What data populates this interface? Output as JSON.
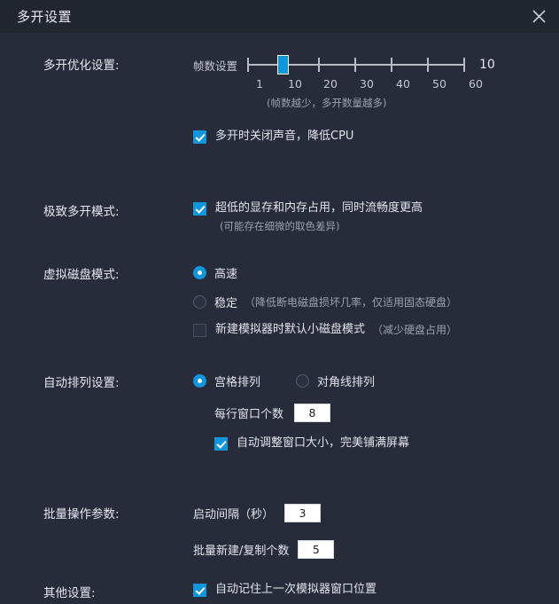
{
  "window": {
    "title": "多开设置",
    "close_label": "×"
  },
  "sections": {
    "optimize": {
      "label": "多开优化设置:",
      "slider": {
        "label": "帧数设置",
        "value": "10",
        "ticks": [
          "1",
          "10",
          "20",
          "30",
          "40",
          "50",
          "60"
        ],
        "hint": "(帧数越少，多开数量越多)"
      },
      "mute_checkbox": {
        "label": "多开时关闭声音，降低CPU",
        "checked": true
      }
    },
    "extreme": {
      "label": "极致多开模式:",
      "checkbox": {
        "label": "超低的显存和内存占用，同时流畅度更高",
        "checked": true
      },
      "note": "(可能存在细微的取色差异)"
    },
    "disk": {
      "label": "虚拟磁盘模式:",
      "options": [
        {
          "label": "高速",
          "note": "",
          "selected": true
        },
        {
          "label": "稳定",
          "note": "（降低断电磁盘损坏几率，仅适用固态硬盘）",
          "selected": false
        }
      ],
      "small_disk_checkbox": {
        "label": "新建模拟器时默认小磁盘模式",
        "note": "（减少硬盘占用）",
        "checked": false
      }
    },
    "arrange": {
      "label": "自动排列设置:",
      "options": [
        {
          "label": "宫格排列",
          "selected": true
        },
        {
          "label": "对角线排列",
          "selected": false
        }
      ],
      "per_row": {
        "label": "每行窗口个数",
        "value": "8"
      },
      "auto_resize_checkbox": {
        "label": "自动调整窗口大小，完美铺满屏幕",
        "checked": true
      }
    },
    "batch": {
      "label": "批量操作参数:",
      "start_interval": {
        "label": "启动间隔（秒）",
        "value": "3"
      },
      "batch_count": {
        "label": "批量新建/复制个数",
        "value": "5"
      }
    },
    "other": {
      "label": "其他设置:",
      "remember_position_checkbox": {
        "label": "自动记住上一次模拟器窗口位置",
        "checked": true
      }
    }
  },
  "colors": {
    "accent": "#1296db",
    "background": "#272b3a",
    "titlebar": "#22262f",
    "text": "#e2e5ea",
    "muted": "#9ea2ad"
  }
}
